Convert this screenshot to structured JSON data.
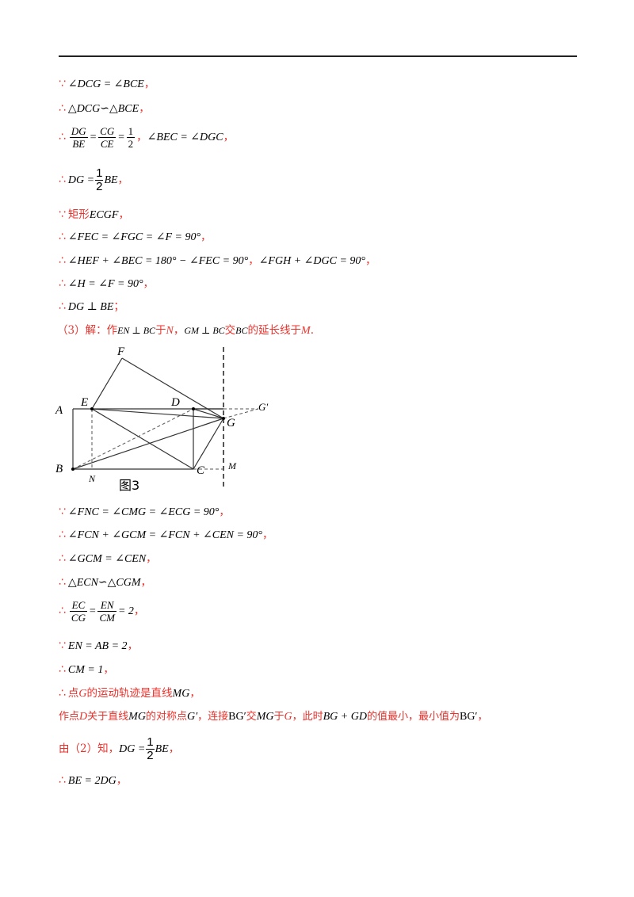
{
  "lines": [
    {
      "sym": "∵",
      "math": "∠DCG = ∠BCE",
      "tail": "，"
    },
    {
      "sym": "∴",
      "math": "△DCG∽△BCE",
      "tail": "，"
    },
    {
      "sym": "∴",
      "f1n": "DG",
      "f1d": "BE",
      "eq1": "=",
      "f2n": "CG",
      "f2d": "CE",
      "eq2": "=",
      "f3n": "1",
      "f3d": "2",
      "mid": "，",
      "math2": "∠BEC = ∠DGC",
      "tail": "，"
    },
    {
      "sym": "∴",
      "pre": "DG =",
      "fn": "1",
      "fd": "2",
      "post": "BE",
      "tail": "，"
    },
    {
      "sym": "∵",
      "text": "矩形",
      "math": "ECGF",
      "tail": "，"
    },
    {
      "sym": "∴",
      "math": "∠FEC = ∠FGC = ∠F = 90°",
      "tail": "，"
    },
    {
      "sym": "∴",
      "math": "∠HEF + ∠BEC = 180° − ∠FEC = 90°",
      "mid": "，",
      "math2": "∠FGH + ∠DGC = 90°",
      "tail": "，"
    },
    {
      "sym": "∴",
      "math": "∠H = ∠F = 90°",
      "tail": "，"
    },
    {
      "sym": "∴",
      "math": "DG ⊥ BE",
      "tail": "；"
    },
    {
      "t1": "（3）解：作",
      "m1": "EN ⊥ BC",
      "t2": "于",
      "m2": "N",
      "t3": "，",
      "m3": "GM ⊥ BC",
      "t4": "交",
      "m4": "BC",
      "t5": "的延长线于",
      "m5": "M",
      "t6": "."
    },
    {
      "sym": "∵",
      "math": "∠FNC = ∠CMG = ∠ECG = 90°",
      "tail": "，"
    },
    {
      "sym": "∴",
      "math": "∠FCN + ∠GCM = ∠FCN + ∠CEN = 90°",
      "tail": "，"
    },
    {
      "sym": "∴",
      "math": "∠GCM = ∠CEN",
      "tail": "，"
    },
    {
      "sym": "∴",
      "math": "△ECN∽△CGM",
      "tail": "，"
    },
    {
      "sym": "∴",
      "f1n": "EC",
      "f1d": "CG",
      "eq1": "=",
      "f2n": "EN",
      "f2d": "CM",
      "post": "= 2",
      "tail": "，"
    },
    {
      "sym": "∵",
      "math": "EN = AB = 2",
      "tail": "，"
    },
    {
      "sym": "∴",
      "math": "CM = 1",
      "tail": "，"
    },
    {
      "sym": "∴",
      "t1": "点",
      "m1": "G",
      "t2": "的运动轨迹是直线",
      "m2": "MG",
      "tail": "，"
    },
    {
      "t1": "作点",
      "m1": "D",
      "t2": "关于直线",
      "m2": "MG",
      "t3": "的对称点",
      "m3": "G′",
      "t4": "，连接",
      "m4": "BG′",
      "t5": "交",
      "m5": "MG",
      "t6": "于",
      "m6": "G",
      "t7": "，此时",
      "m7": "BG + GD",
      "t8": "的值最小，最小值为",
      "m8": "BG′",
      "tail": "，"
    },
    {
      "t1": "由（2）知，",
      "pre": "DG =",
      "fn": "1",
      "fd": "2",
      "post": "BE",
      "tail": "，"
    },
    {
      "sym": "∴",
      "math": "BE = 2DG",
      "tail": "，"
    }
  ],
  "figure": {
    "labels": {
      "A": "A",
      "B": "B",
      "C": "C",
      "D": "D",
      "E": "E",
      "F": "F",
      "G": "G",
      "Gp": "G′",
      "M": "M",
      "N": "N"
    },
    "caption": "图3"
  }
}
